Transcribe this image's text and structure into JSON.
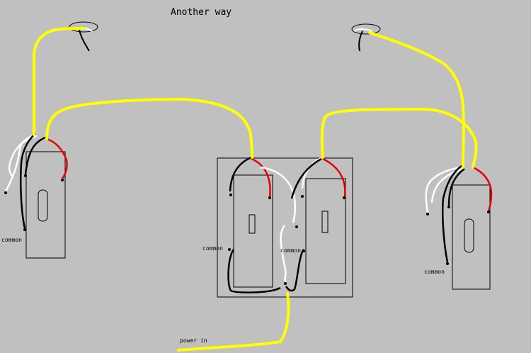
{
  "title": "Another way",
  "labels": {
    "common_left": "common",
    "common_center_left": "common",
    "common_center_right": "common",
    "common_right": "common",
    "power_in": "power in"
  },
  "colors": {
    "background": "#c0c0c0",
    "hot_wire": "#ffff00",
    "red_wire": "#e60000",
    "black_wire": "#000000",
    "white_wire": "#ffffff",
    "device_fill": "#c0c0c0",
    "device_outline": "#000000"
  }
}
